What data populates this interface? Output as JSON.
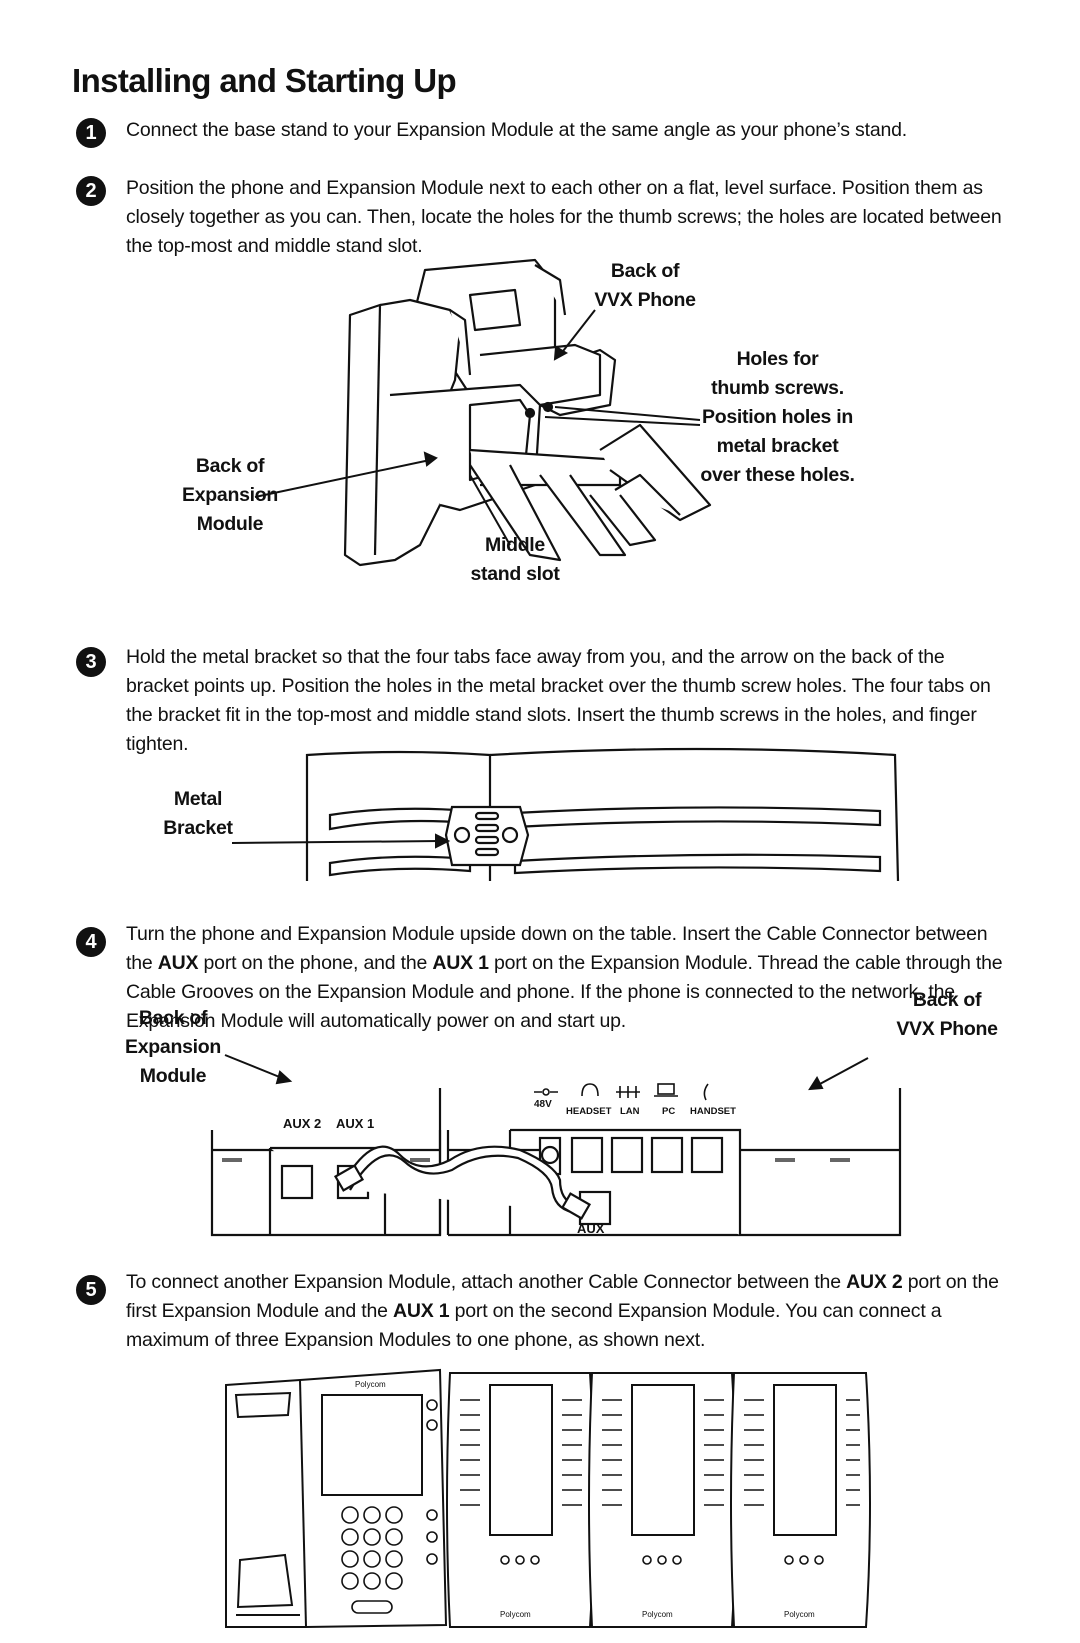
{
  "title": "Installing and Starting Up",
  "steps": [
    {
      "number": "1",
      "text": "Connect the base stand to your Expansion Module at the same angle as your phone’s stand."
    },
    {
      "number": "2",
      "text": "Position the phone and Expansion Module next to each other on a flat, level surface.  Position them as closely together as you can. Then, locate the holes for the thumb screws; the holes are located between the top-most and middle stand slot."
    },
    {
      "number": "3",
      "text": "Hold the metal bracket so that the four tabs face away from you, and the arrow on the back of the bracket points up. Position the holes in the metal bracket over the thumb screw holes. The four tabs on the bracket fit in the top-most and middle stand slots. Insert the thumb screws in the holes, and finger tighten."
    },
    {
      "number": "4",
      "parts": [
        "Turn the phone and Expansion Module upside down on the table. Insert the Cable Connector between the ",
        "AUX",
        " port on the phone, and the ",
        "AUX 1",
        " port on the Expansion Module. Thread the cable through the Cable Grooves on the Expansion Module and phone. If the phone is connected to the network, the Expansion Module will automatically power on and start up."
      ]
    },
    {
      "number": "5",
      "parts": [
        "To connect another Expansion Module, attach another Cable Connector between the ",
        "AUX 2",
        " port on the first Expansion Module and the ",
        "AUX 1",
        " port on the second Expansion Module. You can connect a maximum of three Expansion Modules to one phone, as shown next."
      ]
    }
  ],
  "figure1": {
    "back_phone_1": "Back of",
    "back_phone_2": "VVX Phone",
    "holes_1": "Holes for",
    "holes_2": "thumb screws.",
    "holes_3": "Position holes in",
    "holes_4": "metal bracket",
    "holes_5": "over these holes.",
    "back_module_1": "Back of",
    "back_module_2": "Expansion",
    "back_module_3": "Module",
    "middle_1": "Middle",
    "middle_2": "stand slot"
  },
  "figure2": {
    "metal_1": "Metal",
    "metal_2": "Bracket"
  },
  "figure3": {
    "back_module_1": "Back of",
    "back_module_2": "Expansion",
    "back_module_3": "Module",
    "back_phone_1": "Back of",
    "back_phone_2": "VVX Phone",
    "aux2": "AUX 2",
    "aux1": "AUX 1",
    "v48": "48V",
    "headset": "HEADSET",
    "lan": "LAN",
    "pc": "PC",
    "handset": "HANDSET",
    "aux": "AUX"
  },
  "figure4": {
    "brand": "Polycom"
  }
}
